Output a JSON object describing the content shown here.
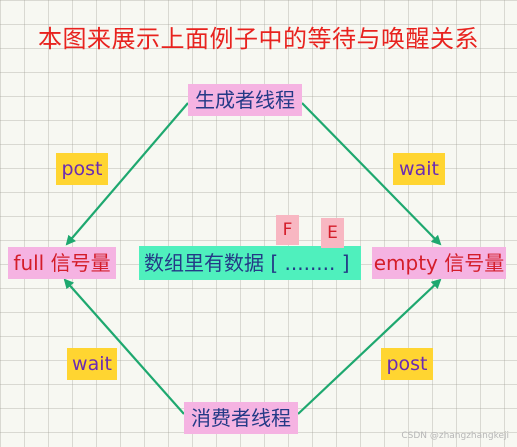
{
  "title": "本图来展示上面例子中的等待与唤醒关系",
  "nodes": {
    "producer": "生成者线程",
    "consumer": "消费者线程",
    "full": "full 信号量",
    "empty": "empty 信号量",
    "array": "数组里有数据 [ ........ ]"
  },
  "edge_labels": {
    "producer_to_full": "post",
    "producer_to_empty": "wait",
    "consumer_to_full": "wait",
    "consumer_to_empty": "post"
  },
  "markers": {
    "front": "F",
    "end": "E"
  },
  "watermark": "CSDN @zhangzhangkeji",
  "colors": {
    "title": "#e8231f",
    "arrow": "#1ea86f",
    "node_bg": "#f5b3e2",
    "array_bg": "#4ff0bd",
    "label_bg": "#ffd531",
    "label_text": "#6a2bb3",
    "marker_bg": "#f8b7c2"
  }
}
